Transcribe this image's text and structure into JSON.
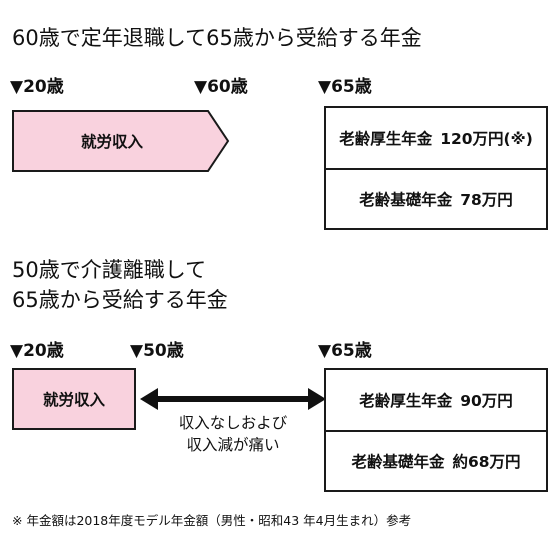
{
  "section1": {
    "title": "60歳で定年退職して65歳から受給する年金",
    "markers": [
      "▼20歳",
      "▼60歳",
      "▼65歳"
    ],
    "income_label": "就労収入",
    "pensions": [
      {
        "name": "老齢厚生年金",
        "amount": "120万円(※)"
      },
      {
        "name": "老齢基礎年金",
        "amount": "78万円"
      }
    ]
  },
  "section2": {
    "title_line1": "50歳で介護離職して",
    "title_line2": "65歳から受給する年金",
    "markers": [
      "▼20歳",
      "▼50歳",
      "▼65歳"
    ],
    "income_label": "就労収入",
    "gap_line1": "収入なしおよび",
    "gap_line2": "収入減が痛い",
    "pensions": [
      {
        "name": "老齢厚生年金",
        "amount": "90万円"
      },
      {
        "name": "老齢基礎年金",
        "amount": "約68万円"
      }
    ]
  },
  "footnote": "※ 年金額は2018年度モデル年金額（男性・昭和43 年4月生まれ）参考",
  "colors": {
    "income_fill": "#f9d2de",
    "border": "#1a1a1a"
  }
}
